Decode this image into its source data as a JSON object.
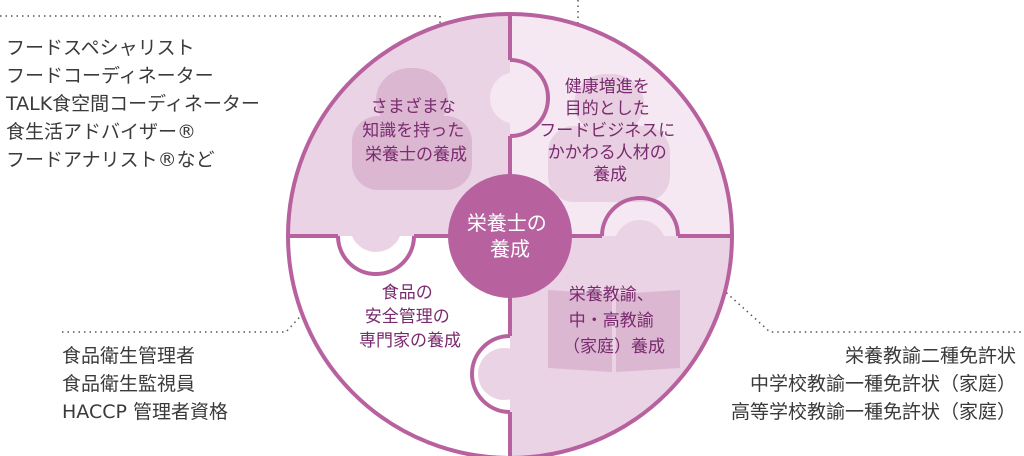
{
  "center": {
    "lines": [
      "栄養士の",
      "養成"
    ]
  },
  "pieces": {
    "top_left": {
      "lines": [
        "さまざまな",
        "知識を持った",
        "栄養士の養成"
      ]
    },
    "top_right": {
      "lines": [
        "健康増進を",
        "目的とした",
        "フードビジネスに",
        "かかわる人材の",
        "養成"
      ]
    },
    "bottom_left": {
      "lines": [
        "食品の",
        "安全管理の",
        "専門家の養成"
      ]
    },
    "bottom_right": {
      "lines": [
        "栄養教諭、",
        "中・高教諭",
        "（家庭）養成"
      ]
    }
  },
  "lists": {
    "top_left": [
      "フードスペシャリスト",
      "フードコーディネーター",
      "TALK食空間コーディネーター",
      "食生活アドバイザー®",
      "フードアナリスト®など"
    ],
    "bottom_left": [
      "食品衛生管理者",
      "食品衛生監視員",
      "HACCP 管理者資格"
    ],
    "bottom_right": [
      "栄養教諭二種免許状",
      "中学校教諭一種免許状（家庭）",
      "高等学校教諭一種免許状（家庭）"
    ]
  },
  "colors": {
    "outline": "#b7619f",
    "piece_light": "#f3e3ef",
    "piece_medium": "#e9cfe2",
    "icon": "#d9b3cf",
    "center_fill": "#b7619f",
    "text_dark": "#3a3a3a",
    "text_accent": "#7a2a6e"
  },
  "icons": [
    "person-silhouette-icon",
    "person-silhouette-icon",
    "open-book-icon"
  ]
}
